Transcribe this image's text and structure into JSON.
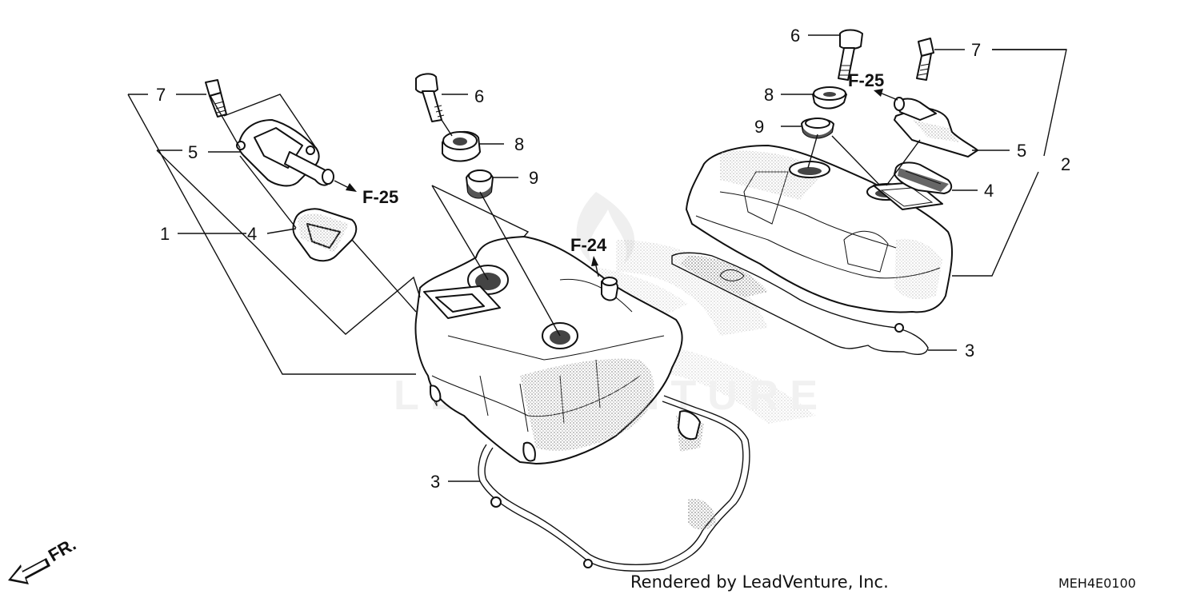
{
  "diagram": {
    "callouts": {
      "left_bolt_7": "7",
      "left_breather_5": "5",
      "left_cover_1": "1",
      "left_seal_4": "4",
      "center_bolt_6": "6",
      "center_washer_8": "8",
      "center_grommet_9": "9",
      "left_gasket_3": "3",
      "right_bolt_6": "6",
      "right_bolt_7": "7",
      "right_washer_8": "8",
      "right_grommet_9": "9",
      "right_breather_5": "5",
      "right_cover_2": "2",
      "right_seal_4": "4",
      "right_gasket_3": "3"
    },
    "references": {
      "left_hose": "F-25",
      "center_hose": "F-24",
      "right_hose": "F-25"
    },
    "direction_label": "FR.",
    "watermark": "LEADVENTURE",
    "credit": "Rendered by LeadVenture, Inc.",
    "diagram_code": "MEH4E0100"
  }
}
